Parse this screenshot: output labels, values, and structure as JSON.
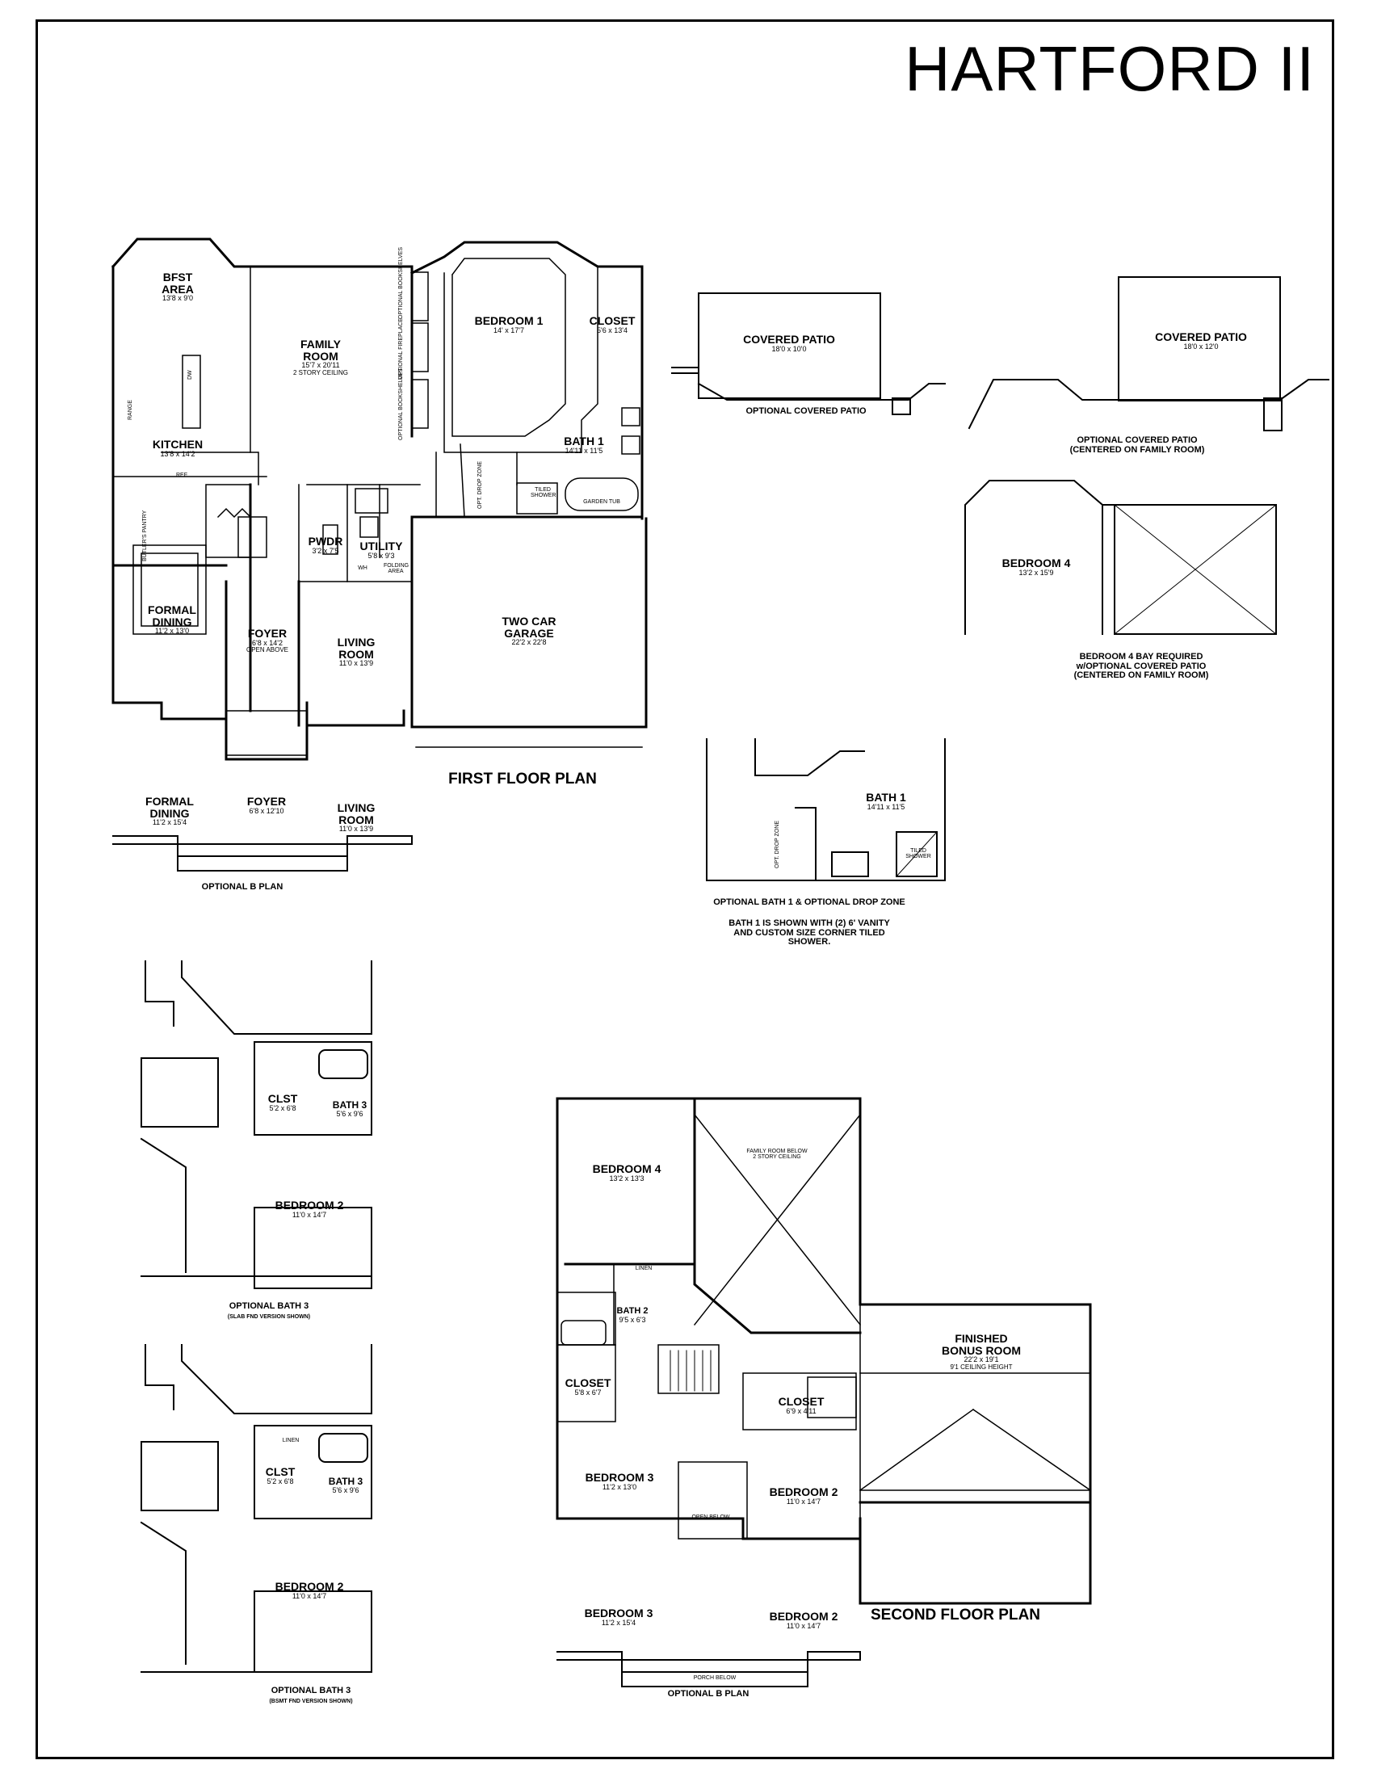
{
  "title": "HARTFORD II",
  "first_floor": {
    "caption": "FIRST FLOOR PLAN",
    "rooms": {
      "bfst": {
        "name": "BFST\nAREA",
        "dim": "13'8 x 9'0"
      },
      "family": {
        "name": "FAMILY\nROOM",
        "dim": "15'7 x 20'11",
        "note": "2 STORY CEILING"
      },
      "bedroom1": {
        "name": "BEDROOM 1",
        "dim": "14' x 17'7"
      },
      "closet": {
        "name": "CLOSET",
        "dim": "5'6 x 13'4"
      },
      "bath1": {
        "name": "BATH 1",
        "dim": "14'11 x 11'5"
      },
      "kitchen": {
        "name": "KITCHEN",
        "dim": "13'8 x 14'2"
      },
      "pwdr": {
        "name": "PWDR",
        "dim": "3'2 x 7'5"
      },
      "utility": {
        "name": "UTILITY",
        "dim": "5'8 x 9'3"
      },
      "formal_dining": {
        "name": "FORMAL\nDINING",
        "dim": "11'2 x 13'0"
      },
      "foyer": {
        "name": "FOYER",
        "dim": "6'8 x 14'2",
        "note": "OPEN ABOVE"
      },
      "living": {
        "name": "LIVING\nROOM",
        "dim": "11'0 x 13'9"
      },
      "garage": {
        "name": "TWO CAR\nGARAGE",
        "dim": "22'2 x 22'8"
      }
    },
    "small_labels": {
      "range": "RANGE",
      "ref": "REF",
      "dw": "DW",
      "butlers": "BUTLER'S PANTRY",
      "wh": "WH",
      "folding": "FOLDING AREA",
      "tiled_shower": "TILED SHOWER",
      "garden_tub": "GARDEN TUB",
      "drop_zone": "OPT. DROP ZONE",
      "bookshelves_1": "OPTIONAL BOOKSHELVES",
      "bookshelves_2": "OPTIONAL BOOKSHELVES",
      "fireplace": "OPTIONAL FIREPLACE"
    }
  },
  "optional_b_first": {
    "caption": "OPTIONAL B PLAN",
    "formal_dining": {
      "name": "FORMAL\nDINING",
      "dim": "11'2 x 15'4"
    },
    "foyer": {
      "name": "FOYER",
      "dim": "6'8 x 12'10"
    },
    "living": {
      "name": "LIVING\nROOM",
      "dim": "11'0 x 13'9"
    }
  },
  "covered_patio_1": {
    "name": "COVERED PATIO",
    "dim": "18'0 x 10'0",
    "caption": "OPTIONAL COVERED PATIO"
  },
  "covered_patio_2": {
    "name": "COVERED PATIO",
    "dim": "18'0 x 12'0",
    "caption": "OPTIONAL COVERED PATIO\n(CENTERED ON FAMILY ROOM)"
  },
  "bedroom4_bay": {
    "name": "BEDROOM 4",
    "dim": "13'2 x 15'9",
    "caption": "BEDROOM 4 BAY REQUIRED\nw/OPTIONAL COVERED PATIO\n(CENTERED ON FAMILY ROOM)"
  },
  "optional_bath1": {
    "name": "BATH 1",
    "dim": "14'11 x 11'5",
    "tiled_shower": "TILED SHOWER",
    "drop_zone": "OPT. DROP ZONE",
    "caption": "OPTIONAL BATH 1 & OPTIONAL DROP ZONE",
    "note": "BATH 1 IS SHOWN WITH (2) 6' VANITY\nAND CUSTOM SIZE CORNER TILED\nSHOWER."
  },
  "optional_bath3_slab": {
    "clst": {
      "name": "CLST",
      "dim": "5'2 x 6'8"
    },
    "bath3": {
      "name": "BATH 3",
      "dim": "5'6 x 9'6"
    },
    "bedroom2": {
      "name": "BEDROOM 2",
      "dim": "11'0 x 14'7"
    },
    "caption": "OPTIONAL BATH 3",
    "sub": "(SLAB FND VERSION SHOWN)"
  },
  "optional_bath3_bsmt": {
    "linen": "LINEN",
    "clst": {
      "name": "CLST",
      "dim": "5'2 x 6'8"
    },
    "bath3": {
      "name": "BATH 3",
      "dim": "5'6 x 9'6"
    },
    "bedroom2": {
      "name": "BEDROOM 2",
      "dim": "11'0 x 14'7"
    },
    "caption": "OPTIONAL BATH 3",
    "sub": "(BSMT FND VERSION SHOWN)"
  },
  "second_floor": {
    "caption": "SECOND FLOOR PLAN",
    "bedroom4": {
      "name": "BEDROOM 4",
      "dim": "13'2 x 13'3"
    },
    "family_below": "FAMILY ROOM BELOW\n2 STORY CEILING",
    "linen": "LINEN",
    "bath2": {
      "name": "BATH 2",
      "dim": "9'5 x 6'3"
    },
    "bonus": {
      "name": "FINISHED\nBONUS ROOM",
      "dim": "22'2 x 19'1",
      "note": "9'1 CEILING HEIGHT"
    },
    "closet_left": {
      "name": "CLOSET",
      "dim": "5'8 x 6'7"
    },
    "closet_right": {
      "name": "CLOSET",
      "dim": "6'9 x 4'11"
    },
    "bedroom3": {
      "name": "BEDROOM 3",
      "dim": "11'2 x 13'0"
    },
    "open_below": "OPEN BELOW",
    "bedroom2": {
      "name": "BEDROOM 2",
      "dim": "11'0 x 14'7"
    }
  },
  "optional_b_second": {
    "caption": "OPTIONAL B PLAN",
    "bedroom3": {
      "name": "BEDROOM 3",
      "dim": "11'2 x 15'4"
    },
    "bedroom2": {
      "name": "BEDROOM 2",
      "dim": "11'0 x 14'7"
    },
    "porch": "PORCH BELOW"
  }
}
